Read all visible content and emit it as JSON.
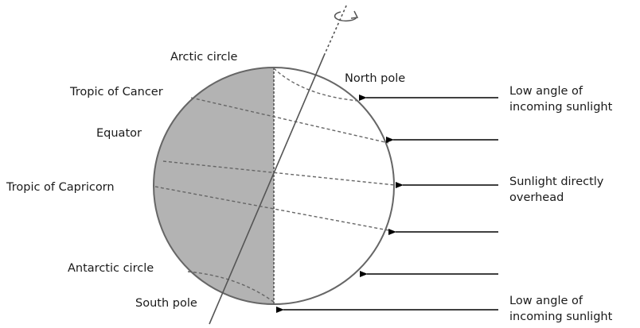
{
  "labels": {
    "arctic_circle": "Arctic circle",
    "tropic_of_cancer": "Tropic of Cancer",
    "equator": "Equator",
    "tropic_of_capricorn": "Tropic of Capricorn",
    "antarctic_circle": "Antarctic circle",
    "north_pole": "North pole",
    "south_pole": "South pole"
  },
  "sunlight_notes": {
    "top_line1": "Low angle of",
    "top_line2": "incoming sunlight",
    "middle_line1": "Sunlight directly",
    "middle_line2": "overhead",
    "bottom_line1": "Low angle of",
    "bottom_line2": "incoming sunlight"
  },
  "colors": {
    "night_side": "#b3b3b3",
    "outline": "#666666",
    "arrow": "#000000"
  }
}
